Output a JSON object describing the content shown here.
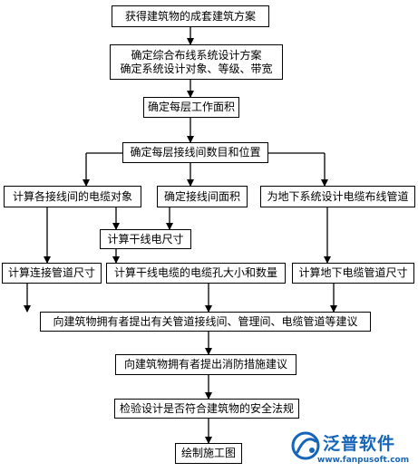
{
  "flowchart": {
    "step1": "获得建筑物的成套建筑方案",
    "step2_line1": "确定综合布线系统设计方案",
    "step2_line2": "确定系统设计对象、等级、带宽",
    "step3": "确定每层工作面积",
    "step4": "确定每层接线间数目和位置",
    "left_branch_1": "计算各接线间的电缆对象",
    "mid_branch_1": "确定接线间面积",
    "right_branch_1": "为地下系统设计电缆布线管道",
    "mid_branch_2": "计算干线电尺寸",
    "left_branch_2": "计算连接管道尺寸",
    "mid_branch_3": "计算干线电缆的电缆孔大小和数量",
    "right_branch_2": "计算地下电缆管道尺寸",
    "step5": "向建筑物拥有者提出有关管道接线间、管理间、电缆管道等建议",
    "step6": "向建筑物拥有者提出消防措施建议",
    "step7": "检验设计是否符合建筑物的安全法规",
    "step8": "绘制施工图"
  },
  "watermark": {
    "brand": "泛普软件",
    "url": "www.fanpusoft.com",
    "color": "#1565b8"
  }
}
